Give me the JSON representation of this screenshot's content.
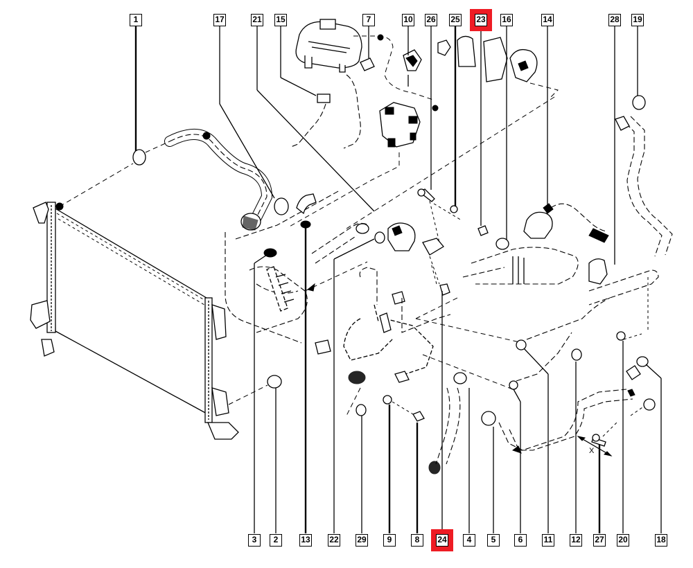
{
  "diagram": {
    "type": "exploded parts diagram",
    "subject": "engine cooling system - radiator, hoses, water pumps, thermostat housing, clamps",
    "highlight_color": "#ee1c24",
    "dimension_marker": "X",
    "callouts_top": [
      {
        "number": "1",
        "highlighted": false
      },
      {
        "number": "17",
        "highlighted": false
      },
      {
        "number": "21",
        "highlighted": false
      },
      {
        "number": "15",
        "highlighted": false
      },
      {
        "number": "7",
        "highlighted": false
      },
      {
        "number": "10",
        "highlighted": false
      },
      {
        "number": "26",
        "highlighted": false
      },
      {
        "number": "25",
        "highlighted": false
      },
      {
        "number": "23",
        "highlighted": true
      },
      {
        "number": "16",
        "highlighted": false
      },
      {
        "number": "14",
        "highlighted": false
      },
      {
        "number": "28",
        "highlighted": false
      },
      {
        "number": "19",
        "highlighted": false
      }
    ],
    "callouts_bottom": [
      {
        "number": "3",
        "highlighted": false
      },
      {
        "number": "2",
        "highlighted": false
      },
      {
        "number": "13",
        "highlighted": false
      },
      {
        "number": "22",
        "highlighted": false
      },
      {
        "number": "29",
        "highlighted": false
      },
      {
        "number": "9",
        "highlighted": false
      },
      {
        "number": "8",
        "highlighted": false
      },
      {
        "number": "24",
        "highlighted": true
      },
      {
        "number": "4",
        "highlighted": false
      },
      {
        "number": "5",
        "highlighted": false
      },
      {
        "number": "6",
        "highlighted": false
      },
      {
        "number": "11",
        "highlighted": false
      },
      {
        "number": "12",
        "highlighted": false
      },
      {
        "number": "27",
        "highlighted": false
      },
      {
        "number": "20",
        "highlighted": false
      },
      {
        "number": "18",
        "highlighted": false
      }
    ]
  }
}
